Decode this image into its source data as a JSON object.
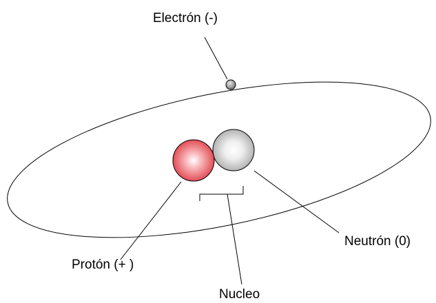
{
  "labels": {
    "electron": "Electrón (-)",
    "neutron": "Neutrón (0)",
    "proton": "Protón (+ )",
    "nucleus": "Nucleo"
  },
  "colors": {
    "proton": "#e8515a",
    "neutron": "#c8c8c8",
    "electron": "#888888",
    "line": "#000000",
    "background": "#ffffff"
  }
}
